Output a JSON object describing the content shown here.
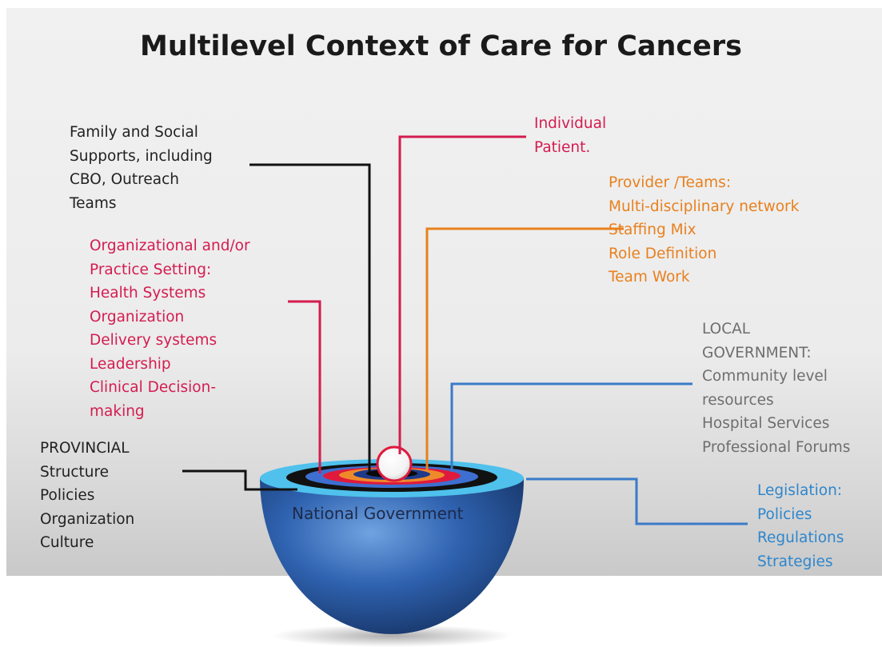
{
  "title": "Multilevel Context of Care for Cancers",
  "levels": {
    "family": {
      "color": "#222222",
      "lines": [
        "Family and Social",
        "Supports, including",
        "CBO, Outreach",
        "Teams"
      ]
    },
    "individual": {
      "color": "#d41c4f",
      "lines": [
        "Individual",
        "Patient."
      ]
    },
    "provider": {
      "color": "#e8801e",
      "lines": [
        "Provider /Teams:",
        "Multi-disciplinary network",
        "Staffing Mix",
        "Role Definition",
        "Team Work"
      ]
    },
    "organizational": {
      "color": "#d41c4f",
      "lines": [
        "Organizational and/or",
        "Practice Setting:",
        "Health Systems",
        "Organization",
        "Delivery systems",
        "Leadership",
        "Clinical Decision-",
        "making"
      ]
    },
    "local": {
      "color": "#6e6e6e",
      "lines": [
        "LOCAL",
        "GOVERNMENT:",
        "Community level",
        "resources",
        "Hospital Services",
        "Professional Forums"
      ]
    },
    "provincial": {
      "color": "#222222",
      "lines": [
        "PROVINCIAL",
        "Structure",
        "Policies",
        "Organization",
        "Culture"
      ]
    },
    "legislation": {
      "color": "#2f86cc",
      "lines": [
        "Legislation:",
        "Policies",
        "Regulations",
        "Strategies"
      ]
    }
  },
  "national": "National Government"
}
